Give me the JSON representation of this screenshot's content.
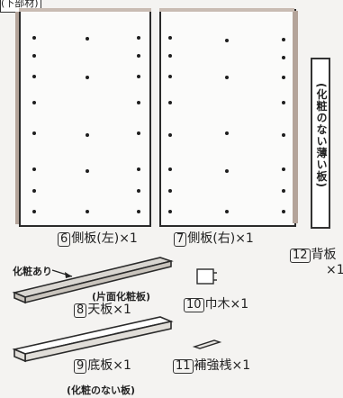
{
  "header": {
    "section_label": "(下部材)"
  },
  "parts": {
    "p6": {
      "num": "6",
      "name": "側板(左)×1"
    },
    "p7": {
      "num": "7",
      "name": "側板(右)×1"
    },
    "p12": {
      "num": "12",
      "name": "背板",
      "qty": "×1",
      "note": "(化粧のない薄い板)"
    },
    "p8": {
      "num": "8",
      "name": "天板×1",
      "note_finish": "化粧あり",
      "note_type": "(片面化粧板)"
    },
    "p10": {
      "num": "10",
      "name": "巾木×1"
    },
    "p9": {
      "num": "9",
      "name": "底板×1",
      "note": "(化粧のない板)"
    },
    "p11": {
      "num": "11",
      "name": "補強桟×1"
    }
  },
  "colors": {
    "panel_edge": "#b4a49a",
    "line": "#2a2a2a",
    "board_top": "#d9d6d1"
  }
}
